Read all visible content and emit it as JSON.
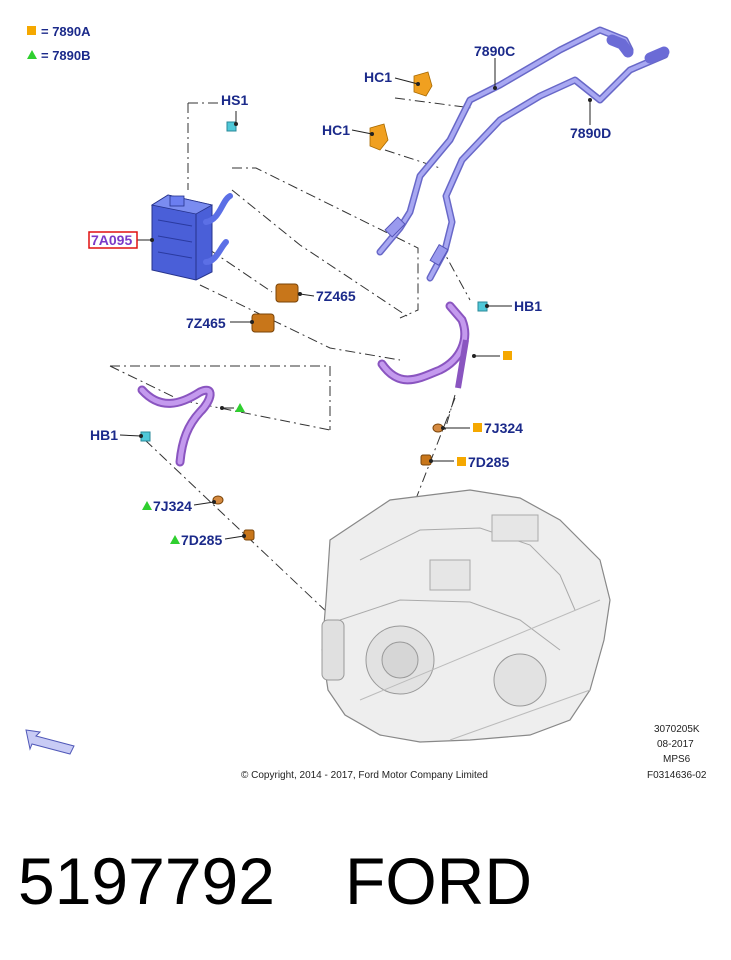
{
  "legend": {
    "square_label": "= 7890A",
    "triangle_label": "= 7890B",
    "square_color": "#f5a800",
    "triangle_color": "#2fcf2f"
  },
  "parts": {
    "hs1": "HS1",
    "hc1_top": "HC1",
    "hc1_bottom": "HC1",
    "p7890c": "7890C",
    "p7890d": "7890D",
    "p7a095": "7A095",
    "p7z465_upper": "7Z465",
    "p7z465_lower": "7Z465",
    "hb1_right": "HB1",
    "hb1_left": "HB1",
    "p7j324_right": "7J324",
    "p7d285_right": "7D285",
    "p7j324_left": "7J324",
    "p7d285_left": "7D285"
  },
  "info": {
    "code1": "3070205K",
    "date": "08-2017",
    "model": "MPS6",
    "figure": "F0314636-02",
    "copyright": "© Copyright, 2014 - 2017, Ford Motor Company Limited"
  },
  "footer": {
    "part_number": "5197792",
    "brand": "FORD"
  },
  "colors": {
    "label_blue": "#1b2a8a",
    "cooler_blue": "#4a5fd8",
    "pipe_lavender": "#8f8fe6",
    "hose_purple": "#b27ae0",
    "connector_orange": "#e8a020",
    "fitting_cyan": "#4fc8d8",
    "highlight_red": "#e01010"
  },
  "icons": [
    "front-direction-arrow-icon",
    "legend-square-icon",
    "legend-triangle-icon"
  ]
}
